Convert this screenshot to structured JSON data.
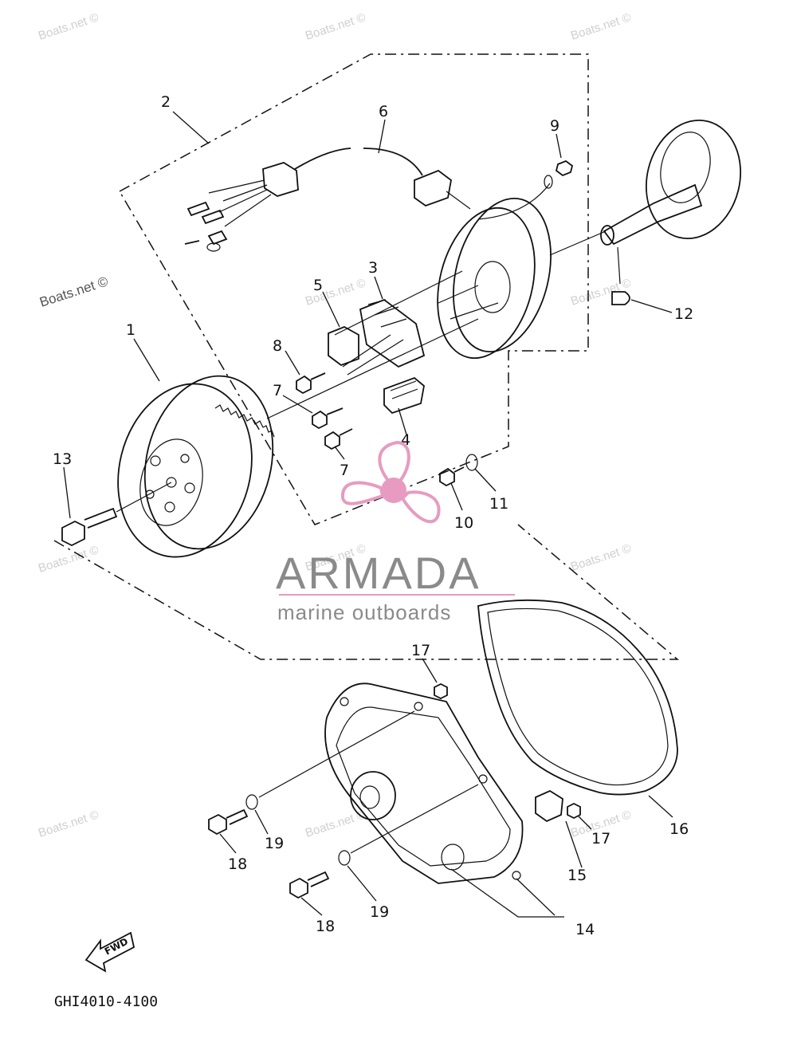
{
  "watermarks": [
    "Boats.net ©",
    "Boats.net ©",
    "Boats.net ©",
    "Boats.net ©",
    "Boats.net ©",
    "Boats.net ©",
    "Boats.net ©",
    "Boats.net ©",
    "Boats.net ©",
    "Boats.net ©",
    "Boats.net ©",
    "Boats.net ©"
  ],
  "logo": {
    "brand": "ARMADA",
    "tagline": "marine outboards",
    "colors": {
      "propeller": "#e79bc0",
      "text": "#8a8a8a"
    }
  },
  "callouts": [
    "1",
    "2",
    "3",
    "4",
    "5",
    "6",
    "7",
    "7",
    "8",
    "9",
    "10",
    "11",
    "12",
    "13",
    "14",
    "15",
    "16",
    "17",
    "17",
    "18",
    "18",
    "19",
    "19"
  ],
  "direction_arrow": "FWD",
  "drawing_code": "GHI4010-4100"
}
